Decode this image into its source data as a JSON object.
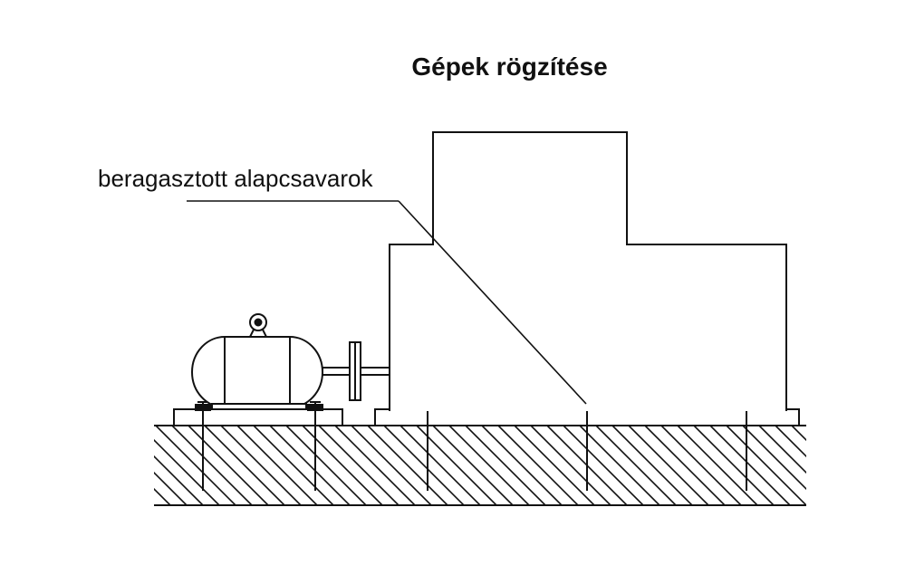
{
  "title": "Gépek rögzítése",
  "callout": {
    "label": "beragasztott alapcsavarok"
  },
  "parts": {
    "ground": "hatched-foundation",
    "motor": "electric-motor",
    "coupling": "shaft-coupling",
    "machine": "driven-machine",
    "bases": [
      "motor-base-plate",
      "machine-base-plate"
    ],
    "bolts": [
      "anchor-bolt",
      "anchor-bolt",
      "anchor-bolt",
      "anchor-bolt",
      "anchor-bolt"
    ]
  },
  "colors": {
    "line": "#111111",
    "background": "#ffffff"
  }
}
